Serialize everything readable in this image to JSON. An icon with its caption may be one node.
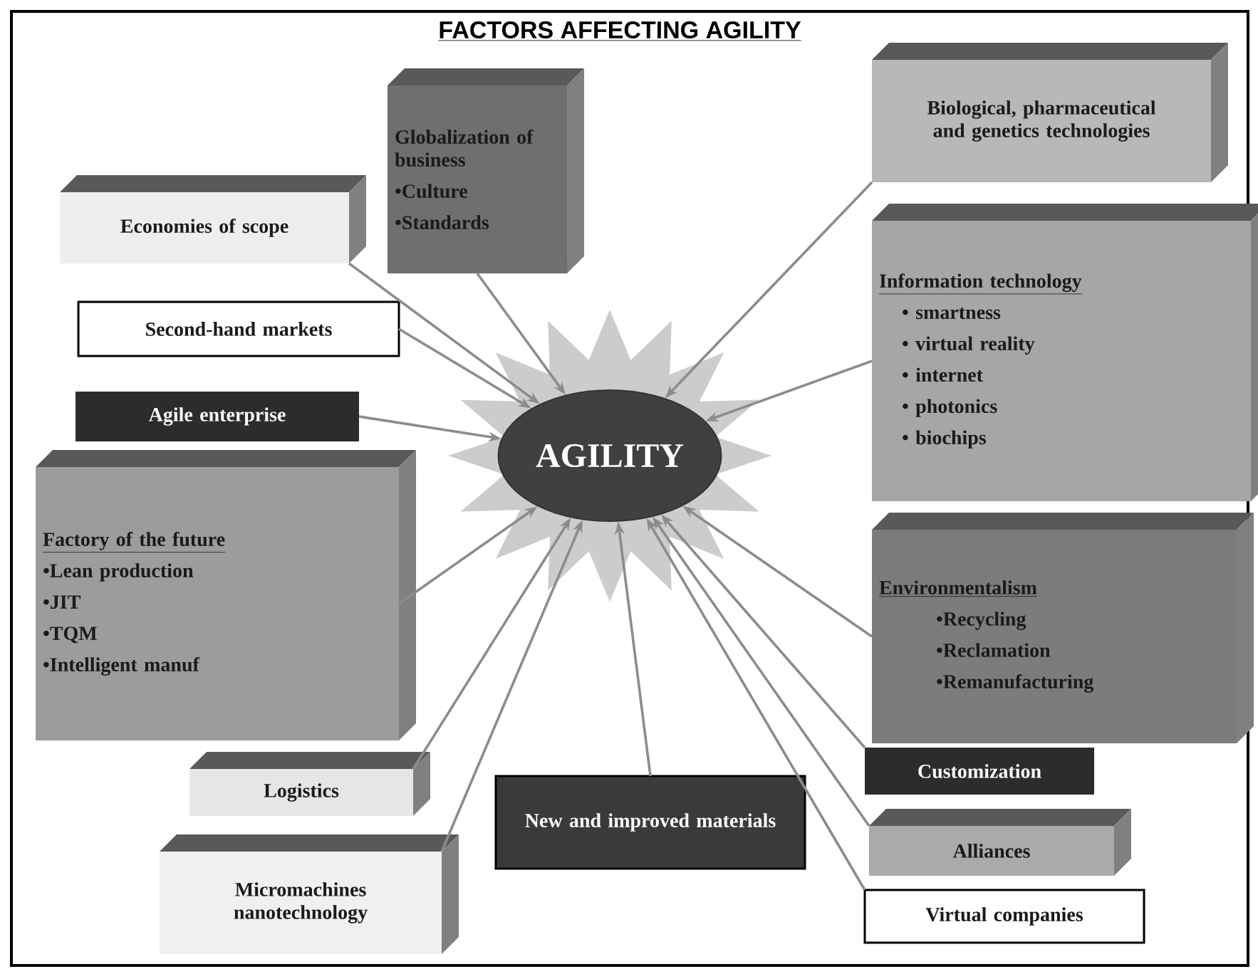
{
  "diagram": {
    "title": "FACTORS AFFECTING AGILITY",
    "nodes": [
      {
        "text": [
          "AGILITY"
        ]
      },
      {
        "text": [
          "Globalization of business",
          "•Culture",
          "•Standards"
        ]
      },
      {
        "text": [
          "Biological, pharmaceutical and genetics technologies"
        ]
      },
      {
        "text": [
          "Economies of scope"
        ]
      },
      {
        "text": [
          "Second-hand markets"
        ]
      },
      {
        "text": [
          "Agile enterprise"
        ]
      },
      {
        "text": [
          "Information technology",
          "• smartness",
          "• virtual reality",
          "• internet",
          "• photonics",
          "• biochips"
        ]
      },
      {
        "text": [
          "Factory of the future",
          "•Lean production",
          "•JIT",
          "•TQM",
          "•Intelligent manuf"
        ]
      },
      {
        "text": [
          "Environmentalism",
          "•Recycling",
          "•Reclamation",
          "•Remanufacturing"
        ]
      },
      {
        "text": [
          "Customization"
        ]
      },
      {
        "text": [
          "Logistics"
        ]
      },
      {
        "text": [
          "New and improved materials"
        ]
      },
      {
        "text": [
          "Alliances"
        ]
      },
      {
        "text": [
          "Micromachines nanotechnology"
        ]
      },
      {
        "text": [
          "Virtual companies"
        ]
      }
    ],
    "edges": [
      {
        "from": 1,
        "to": 0,
        "arrow": "to"
      },
      {
        "from": 2,
        "to": 0,
        "arrow": "to"
      },
      {
        "from": 3,
        "to": 0,
        "arrow": "to"
      },
      {
        "from": 4,
        "to": 0,
        "arrow": "to"
      },
      {
        "from": 5,
        "to": 0,
        "arrow": "to"
      },
      {
        "from": 6,
        "to": 0,
        "arrow": "to"
      },
      {
        "from": 7,
        "to": 0,
        "arrow": "to"
      },
      {
        "from": 8,
        "to": 0,
        "arrow": "to"
      },
      {
        "from": 9,
        "to": 0,
        "arrow": "to"
      },
      {
        "from": 10,
        "to": 0,
        "arrow": "to"
      },
      {
        "from": 11,
        "to": 0,
        "arrow": "to"
      },
      {
        "from": 12,
        "to": 0,
        "arrow": "to"
      },
      {
        "from": 13,
        "to": 0,
        "arrow": "to"
      },
      {
        "from": 14,
        "to": 0,
        "arrow": "to"
      }
    ]
  }
}
